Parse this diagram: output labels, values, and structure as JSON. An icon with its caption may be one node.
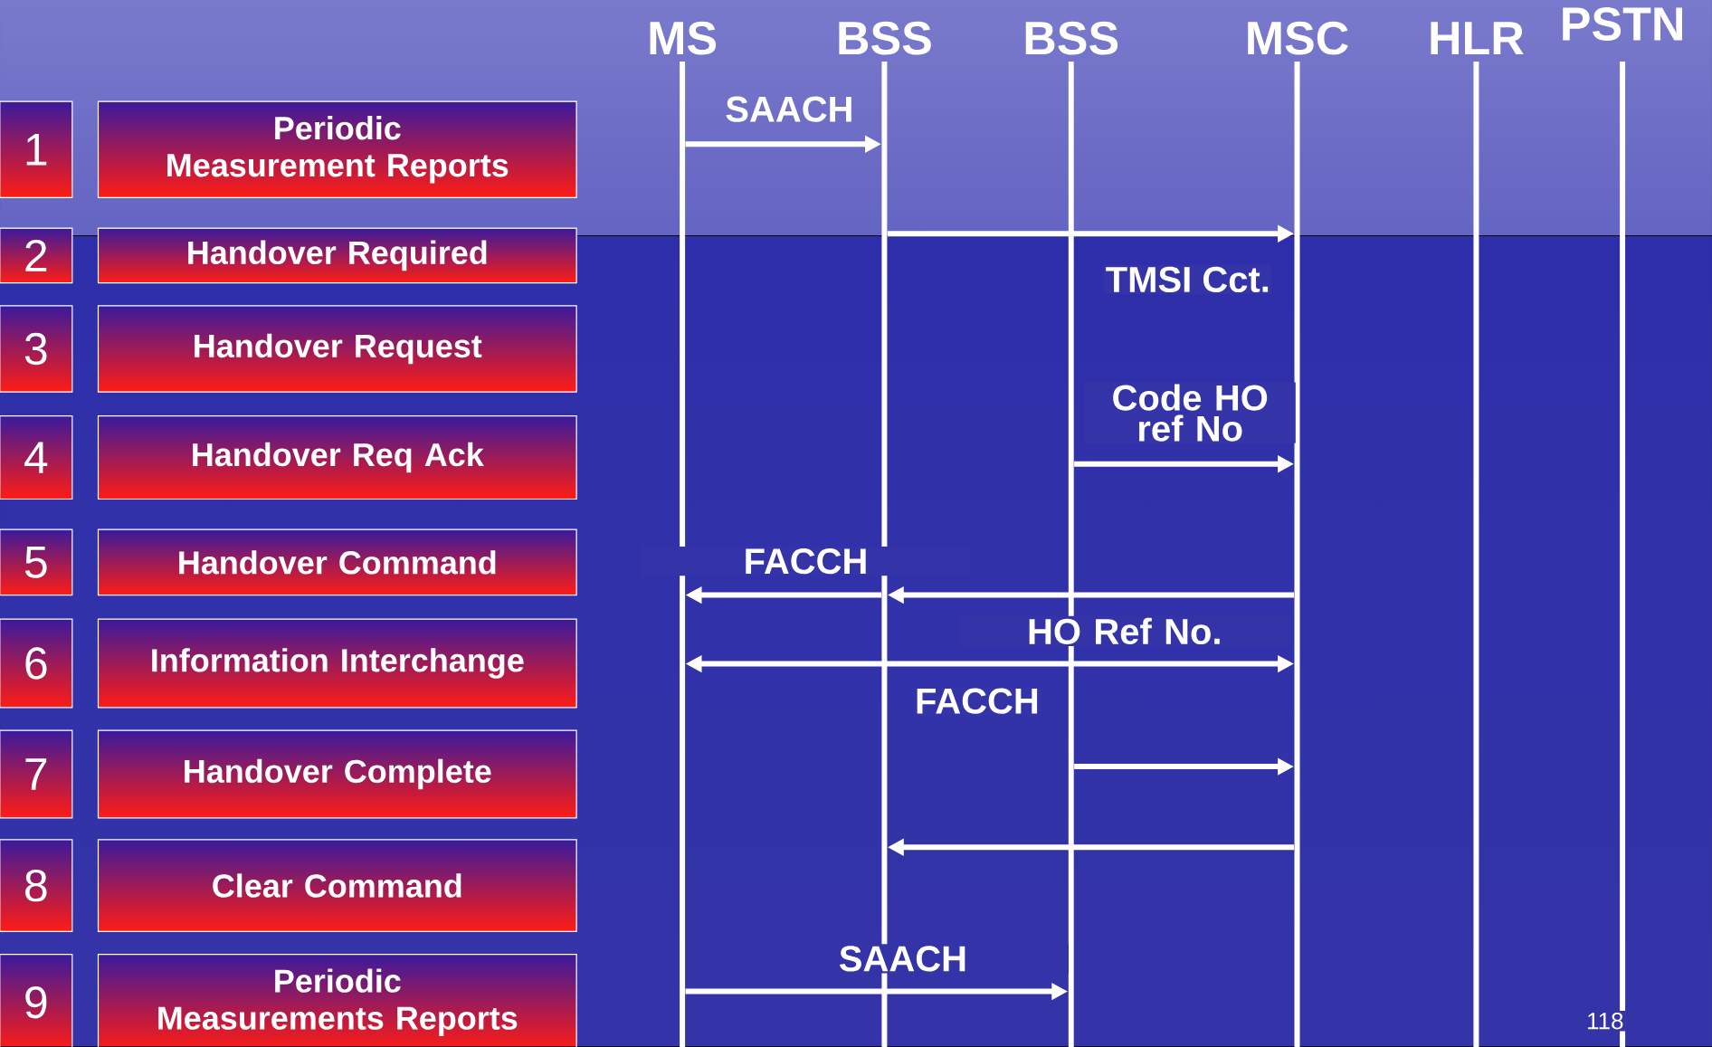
{
  "diagram": {
    "nodes": [
      {
        "text": [
          "MS"
        ]
      },
      {
        "text": [
          "BSS"
        ]
      },
      {
        "text": [
          "BSS"
        ]
      },
      {
        "text": [
          "MSC"
        ]
      },
      {
        "text": [
          "HLR"
        ]
      },
      {
        "text": [
          "PSTN"
        ]
      },
      {
        "text": [
          "1"
        ]
      },
      {
        "text": [
          "Periodic Measurement Reports"
        ]
      },
      {
        "text": [
          "2"
        ]
      },
      {
        "text": [
          "Handover Required"
        ]
      },
      {
        "text": [
          "3"
        ]
      },
      {
        "text": [
          "Handover Request"
        ]
      },
      {
        "text": [
          "4"
        ]
      },
      {
        "text": [
          "Handover Req Ack"
        ]
      },
      {
        "text": [
          "5"
        ]
      },
      {
        "text": [
          "Handover Command"
        ]
      },
      {
        "text": [
          "6"
        ]
      },
      {
        "text": [
          "Information Interchange"
        ]
      },
      {
        "text": [
          "7"
        ]
      },
      {
        "text": [
          "Handover Complete"
        ]
      },
      {
        "text": [
          "8"
        ]
      },
      {
        "text": [
          "Clear Command"
        ]
      },
      {
        "text": [
          "9"
        ]
      },
      {
        "text": [
          "Periodic Measurements Reports"
        ]
      }
    ],
    "edges": [
      {
        "from": 0,
        "to": 1,
        "arrow": "to",
        "label": "SAACH"
      },
      {
        "from": 1,
        "to": 3,
        "arrow": "to"
      },
      {
        "from": 2,
        "to": 3,
        "arrow": "to",
        "label": "Code HO ref No"
      },
      {
        "from": 3,
        "to": 1,
        "arrow": "to"
      },
      {
        "from": 1,
        "to": 0,
        "arrow": "to",
        "label": "FACCH"
      },
      {
        "from": 0,
        "to": 3,
        "arrow": "both",
        "label": "HO Ref No."
      },
      {
        "from": 2,
        "to": 3,
        "arrow": "to"
      },
      {
        "from": 3,
        "to": 1,
        "arrow": "to"
      },
      {
        "from": 0,
        "to": 2,
        "arrow": "to",
        "label": "SAACH"
      }
    ],
    "labels": [
      "TMSI Cct.",
      "FACCH",
      "118"
    ]
  }
}
